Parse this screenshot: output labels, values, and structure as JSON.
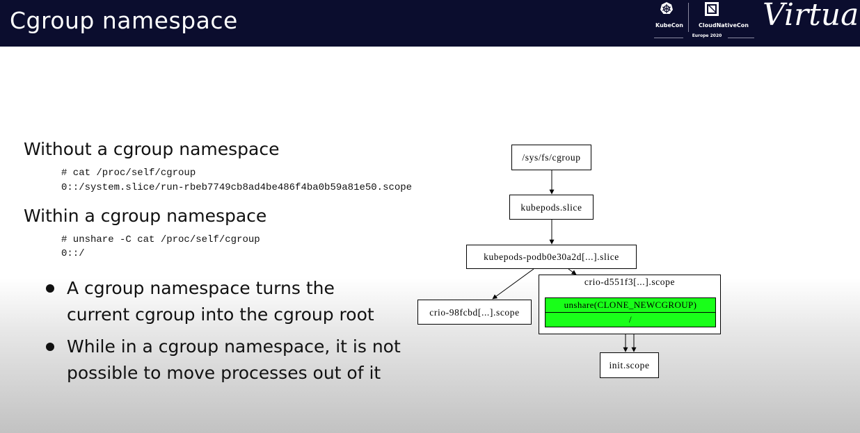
{
  "header": {
    "title": "Cgroup namespace",
    "logo_kubecon": "KubeCon",
    "logo_cncf": "CloudNativeCon",
    "logo_europe": "Europe 2020",
    "logo_virtual": "Virtual"
  },
  "content": {
    "heading_without": "Without a cgroup namespace",
    "code_without_1": "# cat /proc/self/cgroup",
    "code_without_2": "0::/system.slice/run-rbeb7749cb8ad4be486f4ba0b59a81e50.scope",
    "heading_within": "Within a cgroup namespace",
    "code_within_1": "# unshare -C cat /proc/self/cgroup",
    "code_within_2": "0::/",
    "bullets": [
      "A cgroup namespace turns the current cgroup into the cgroup root",
      "While in a cgroup namespace, it is not possible to move processes out of it"
    ]
  },
  "diagram": {
    "root": "/sys/fs/cgroup",
    "kubepods": "kubepods.slice",
    "pod": "kubepods-podb0e30a2d[...].slice",
    "crio_left": "crio-98fcbd[...].scope",
    "crio_right": "crio-d551f3[...].scope",
    "unshare": "unshare(CLONE_NEWCGROUP)",
    "slash": "/",
    "init": "init.scope",
    "green_color": "#19ff19"
  }
}
